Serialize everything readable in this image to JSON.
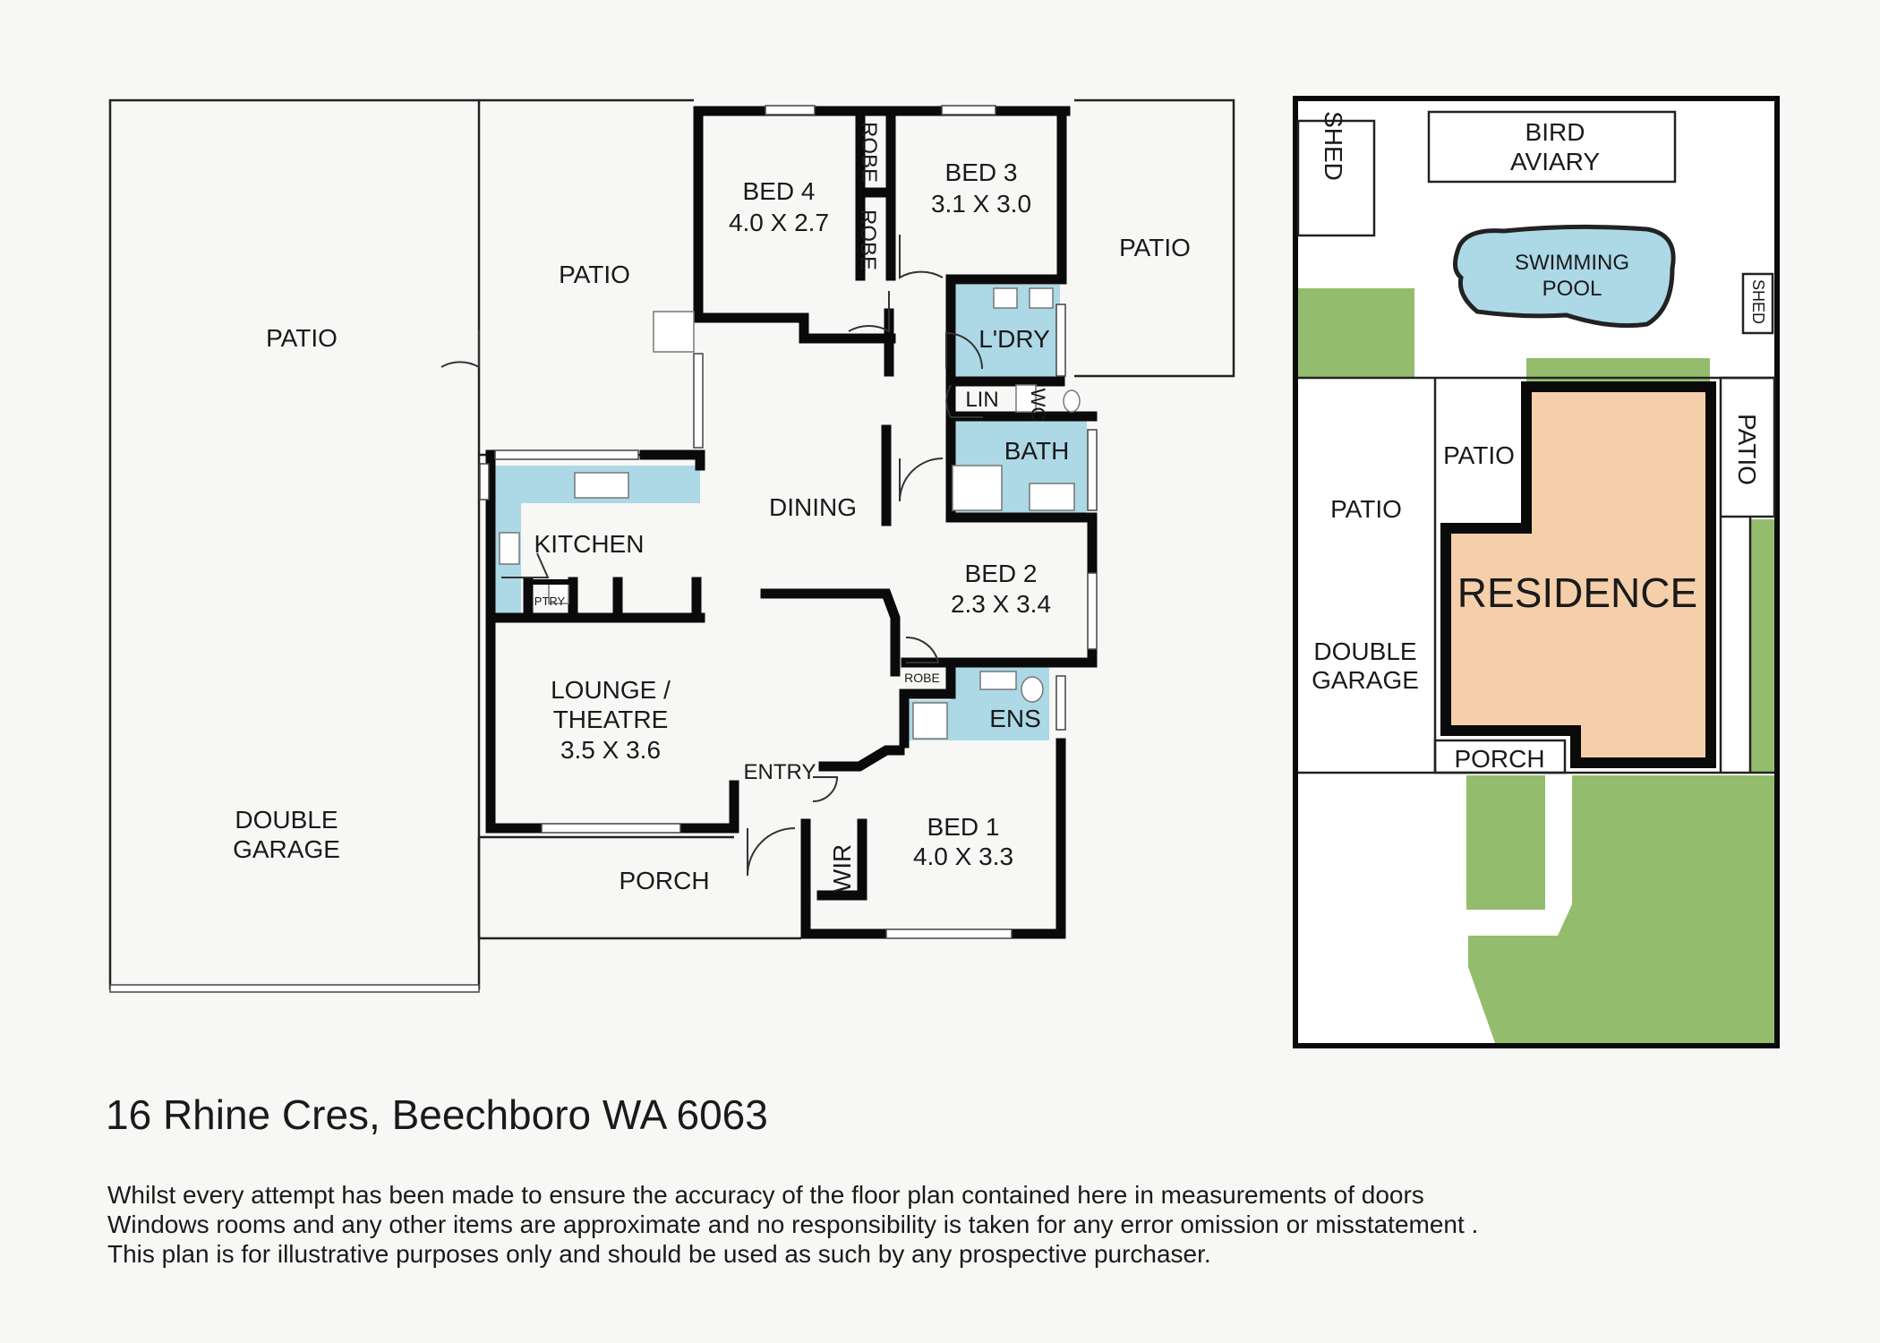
{
  "floor_plan": {
    "labels": {
      "patio_garage": "PATIO",
      "double_garage": [
        "DOUBLE",
        "GARAGE"
      ],
      "patio_center": "PATIO",
      "bed4": [
        "BED 4",
        "4.0 X 2.7"
      ],
      "robe1": "ROBE",
      "robe2": "ROBE",
      "bed3": [
        "BED 3",
        "3.1 X 3.0"
      ],
      "patio_right": "PATIO",
      "laundry": "L'DRY",
      "lin": "LIN",
      "wc": "WC",
      "bath": "BATH",
      "dining": "DINING",
      "kitchen": "KITCHEN",
      "pantry": "PTRY",
      "bed2": [
        "BED 2",
        "2.3 X 3.4"
      ],
      "robe3": "ROBE",
      "ens": "ENS",
      "lounge": [
        "LOUNGE /",
        "THEATRE",
        "3.5 X 3.6"
      ],
      "entry": "ENTRY",
      "bed1": [
        "BED 1",
        "4.0 X 3.3"
      ],
      "wir": "WIR",
      "porch": "PORCH"
    }
  },
  "site_plan": {
    "labels": {
      "shed_left": "SHED",
      "bird_aviary": [
        "BIRD",
        "AVIARY"
      ],
      "swimming_pool": [
        "SWIMMING",
        "POOL"
      ],
      "shed_right": "SHED",
      "patio_left": "PATIO",
      "patio_small": "PATIO",
      "patio_right": "PATIO",
      "residence": "RESIDENCE",
      "double_garage": [
        "DOUBLE",
        "GARAGE"
      ],
      "porch": "PORCH"
    },
    "colors": {
      "residence": "#f5cfaa",
      "grass": "#93bd6c",
      "pool": "#add8e6"
    }
  },
  "colors": {
    "wet_area": "#add8e6",
    "wall": "#0a0a0a"
  },
  "address": "16 Rhine Cres, Beechboro WA 6063",
  "disclaimer": [
    "Whilst every attempt has been made to ensure the accuracy of the floor plan contained here in measurements of doors",
    "Windows rooms and any other items are approximate and no responsibility is taken for any error omission or misstatement .",
    "This plan is for illustrative purposes only and should be used as such by any prospective purchaser."
  ]
}
